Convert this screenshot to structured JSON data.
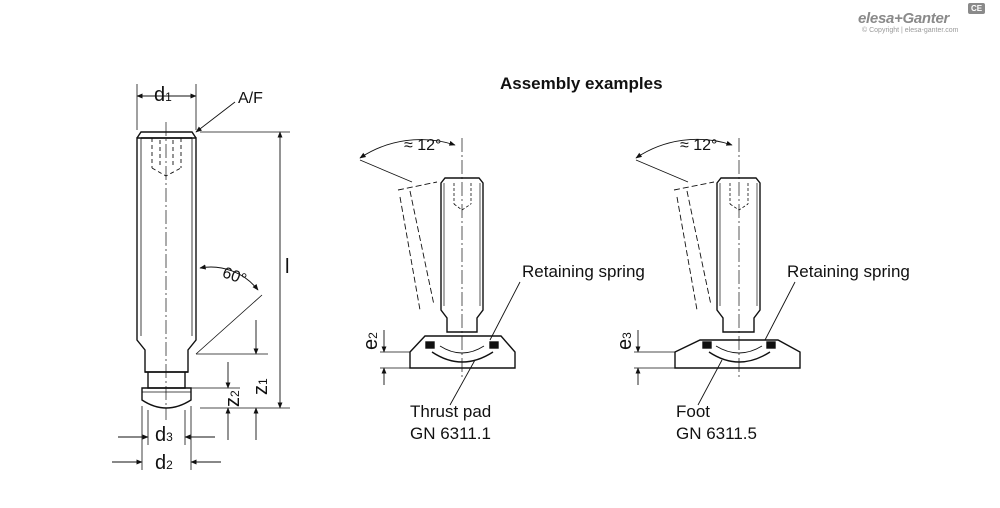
{
  "header": {
    "title": "Assembly examples",
    "logo_text": "elesa+Ganter",
    "copyright": "© Copyright | elesa-ganter.com",
    "ce_mark": "CE"
  },
  "dimensions": {
    "d1": "d",
    "d1_sub": "1",
    "af": "A/F",
    "angle": "60°",
    "l": "l",
    "z1": "z",
    "z1_sub": "1",
    "z2": "z",
    "z2_sub": "2",
    "d3": "d",
    "d3_sub": "3",
    "d2": "d",
    "d2_sub": "2"
  },
  "example1": {
    "tilt": "≈ 12°",
    "spring_label": "Retaining spring",
    "e": "e",
    "e_sub": "2",
    "part_name": "Thrust pad",
    "part_code": "GN 6311.1"
  },
  "example2": {
    "tilt": "≈ 12°",
    "spring_label": "Retaining spring",
    "e": "e",
    "e_sub": "3",
    "part_name": "Foot",
    "part_code": "GN 6311.5"
  }
}
